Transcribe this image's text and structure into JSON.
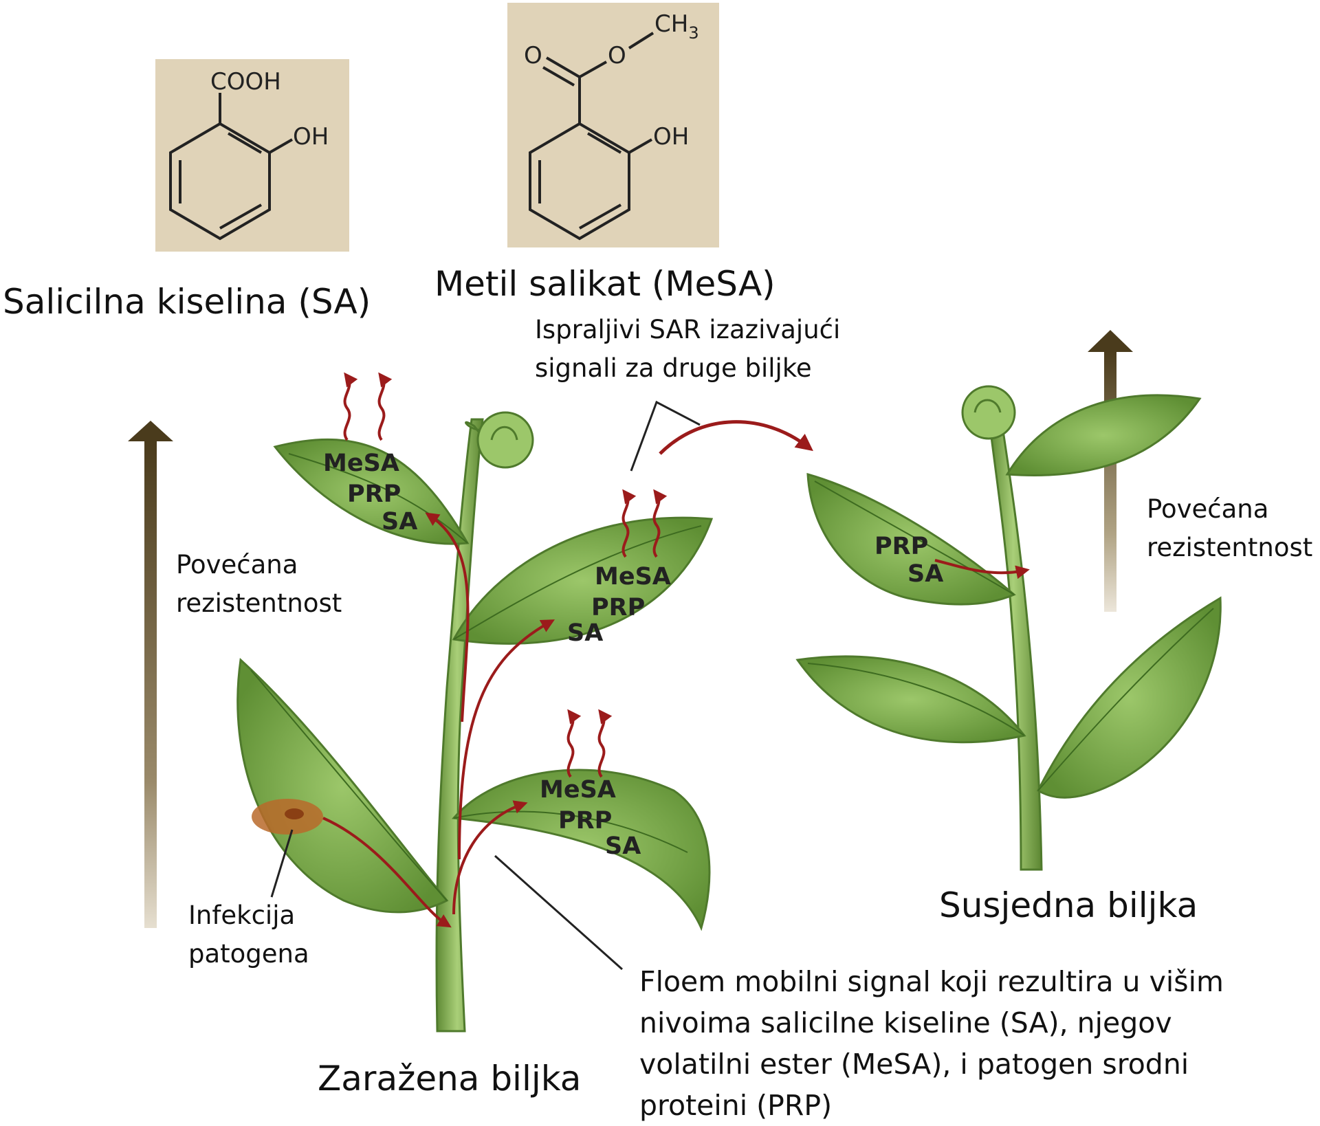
{
  "molecules": {
    "sa": {
      "name": "Salicilna kiselina (SA)",
      "group_top": "COOH",
      "group_side": "OH"
    },
    "mesa": {
      "name": "Metil salikat (MeSA)",
      "group_o_left": "O",
      "group_o_right": "O",
      "group_methyl": "CH",
      "group_methyl_sub": "3",
      "group_side": "OH"
    }
  },
  "labels": {
    "volatile_signals_line1": "Ispraljivi SAR izazivajući",
    "volatile_signals_line2": "signali za druge biljke",
    "resistance_left_line1": "Povećana",
    "resistance_left_line2": "rezistentnost",
    "resistance_right_line1": "Povećana",
    "resistance_right_line2": "rezistentnost",
    "infection_line1": "Infekcija",
    "infection_line2": "patogena",
    "neighbor_plant": "Susjedna biljka",
    "infected_plant": "Zaražena biljka",
    "phloem_line1": "Floem mobilni signal koji rezultira u višim",
    "phloem_line2": "nivoima salicilne kiseline (SA), njegov",
    "phloem_line3": "volatilni ester (MeSA), i patogen srodni",
    "phloem_line4": "proteini (PRP)"
  },
  "leaves": {
    "top": {
      "l1": "MeSA",
      "l2": "PRP",
      "l3": "SA"
    },
    "middle": {
      "l1": "MeSA",
      "l2": "PRP",
      "l3": "SA"
    },
    "lower": {
      "l1": "MeSA",
      "l2": "PRP",
      "l3": "SA"
    },
    "neighbor": {
      "l1": "PRP",
      "l2": "SA"
    }
  },
  "colors": {
    "leaf_green": "#7aa64a",
    "leaf_dark": "#4f7a2c",
    "stem_green": "#8fb85c",
    "signal_red": "#9b1b1b",
    "arrow_brown": "#5a4a2a",
    "chem_box": "#e0d3b8",
    "infection_spot": "#b86a2a"
  }
}
